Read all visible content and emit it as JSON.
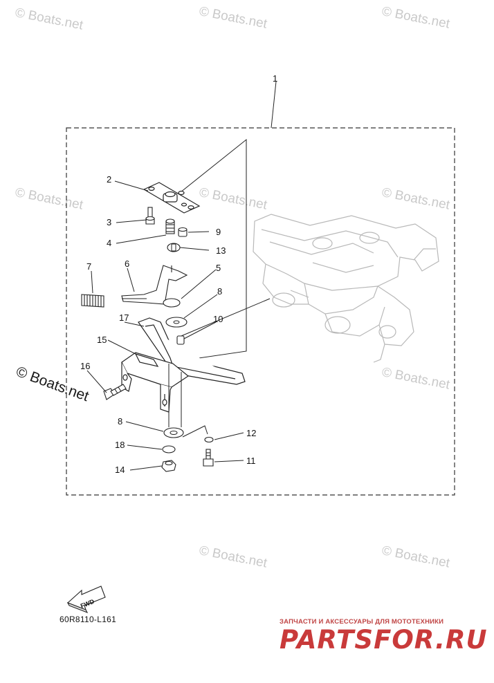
{
  "watermarks": [
    "© Boats.net",
    "© Boats.net",
    "© Boats.net",
    "© Boats.net",
    "© Boats.net",
    "© Boats.net",
    "© Boats.net",
    "© Boats.net",
    "© Boats.net"
  ],
  "main_watermark": "© Boats.net",
  "part_labels": [
    "1",
    "2",
    "3",
    "4",
    "5",
    "6",
    "7",
    "8",
    "8",
    "9",
    "10",
    "11",
    "12",
    "13",
    "14",
    "15",
    "16",
    "17",
    "18"
  ],
  "fwd_label": "FWD",
  "diagram_code": "60R8110-L161",
  "brand": {
    "subtitle": "ЗАПЧАСТИ И АКСЕССУАРЫ ДЛЯ МОТОТЕХНИКИ",
    "name": "PARTSFOR.RU",
    "color": "#c93a3a"
  }
}
